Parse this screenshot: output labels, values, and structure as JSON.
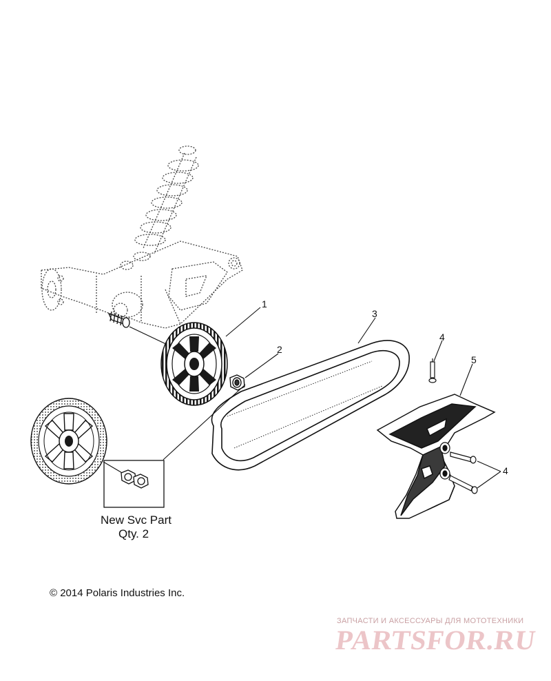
{
  "diagram": {
    "callouts": [
      "1",
      "2",
      "3",
      "4",
      "5",
      "4"
    ],
    "service_note": {
      "line1": "New Svc Part",
      "line2": "Qty. 2"
    },
    "copyright": "© 2014 Polaris Industries Inc."
  },
  "watermark": {
    "tagline": "ЗАПЧАСТИ И АКСЕССУАРЫ ДЛЯ МОТОТЕХНИКИ",
    "brand": "PARTSFOR.RU",
    "color": "#e8b9bd"
  }
}
